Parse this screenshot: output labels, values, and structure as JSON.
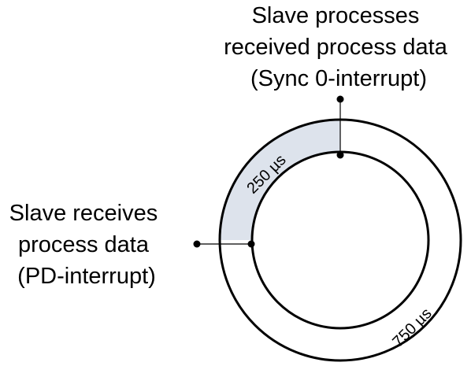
{
  "callouts": {
    "sync0": {
      "lines": [
        "Slave processes",
        "received process data",
        "(Sync 0-interrupt)"
      ]
    },
    "pd": {
      "lines": [
        "Slave receives",
        "process data",
        "(PD-interrupt)"
      ]
    }
  },
  "segments": {
    "short": {
      "label": "250 µs",
      "duration_us": 250
    },
    "long": {
      "label": "750 µs",
      "duration_us": 750
    }
  },
  "colors": {
    "highlight_fill": "#dde3ec",
    "stroke": "#000000"
  }
}
